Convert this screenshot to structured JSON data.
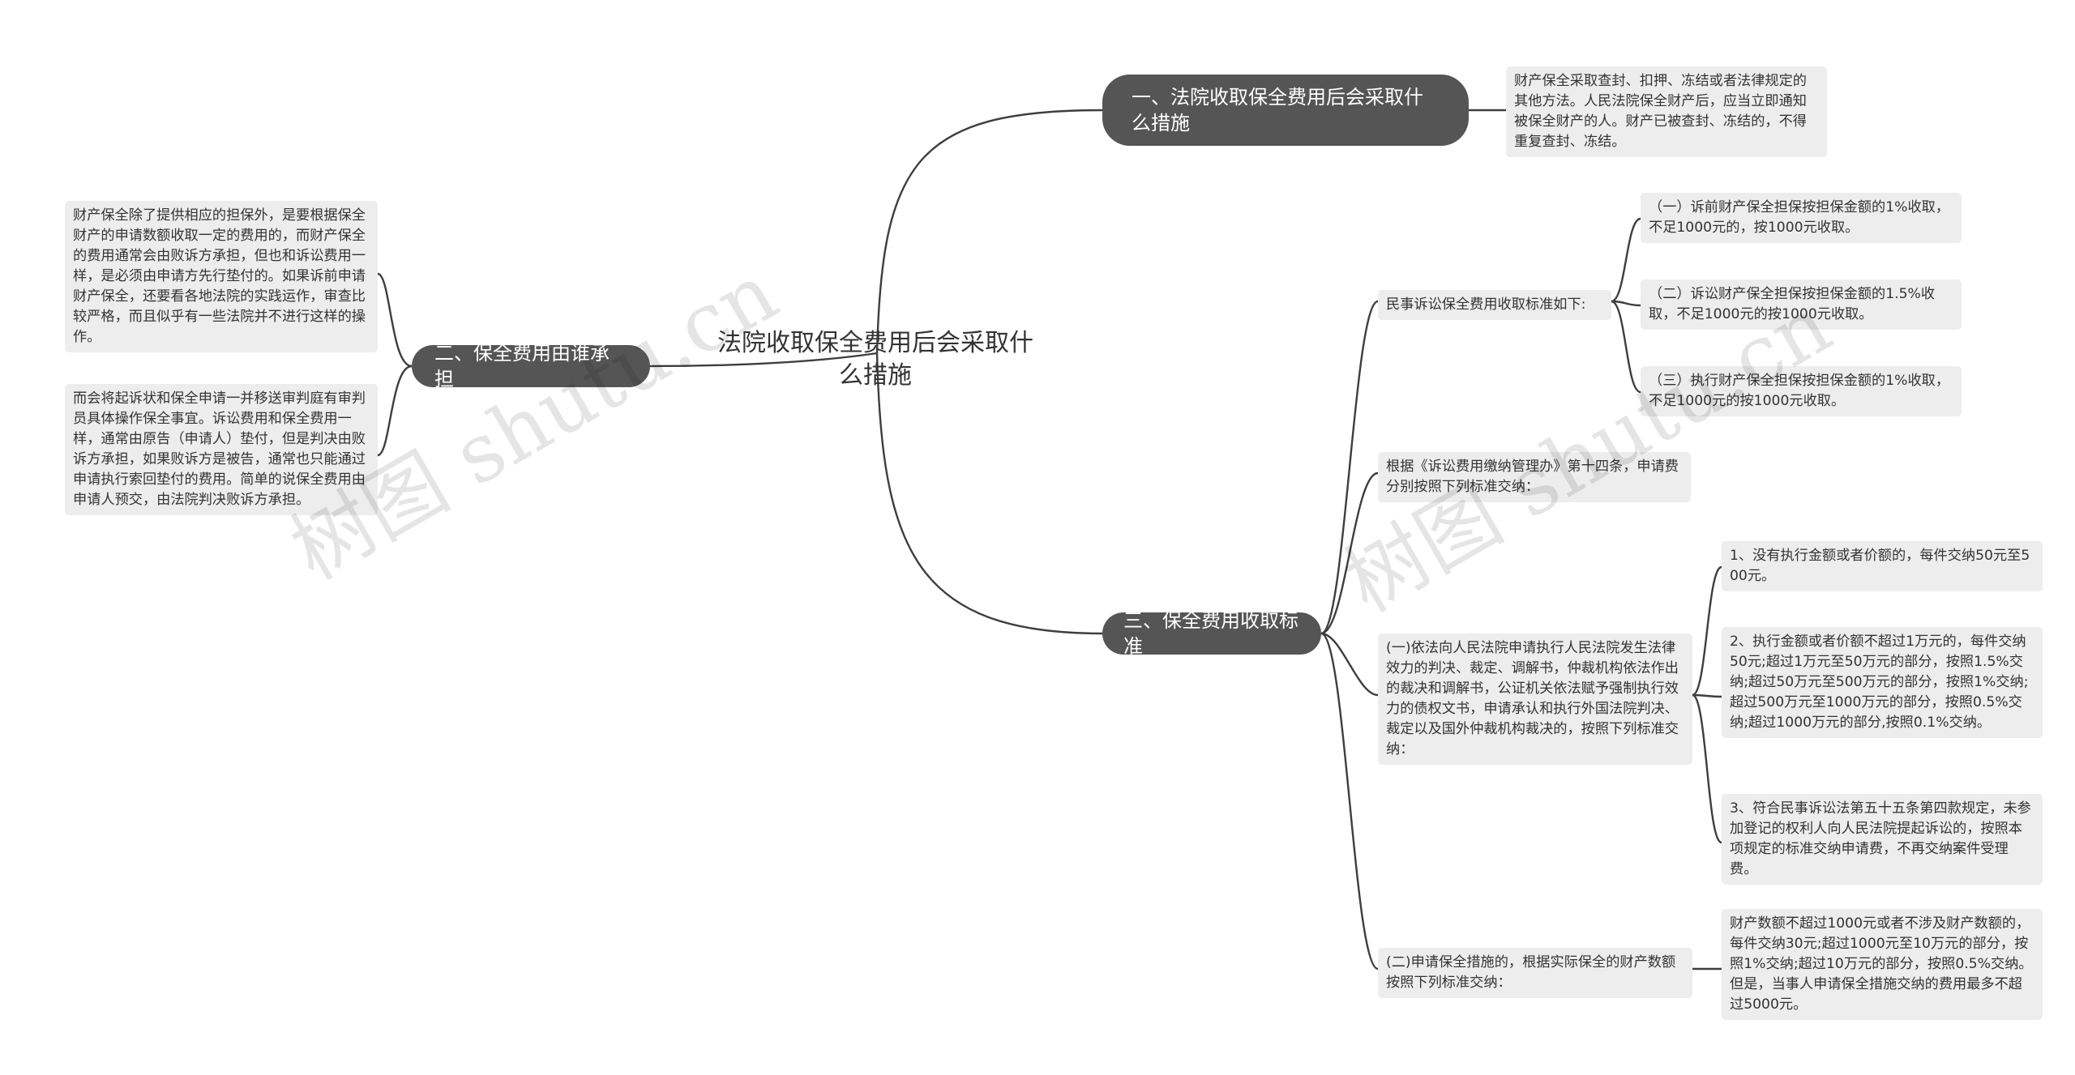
{
  "root": {
    "title": "法院收取保全费用后会采取什么措施"
  },
  "branches": {
    "b1": {
      "label": "一、法院收取保全费用后会采取什么措施",
      "note": "财产保全采取查封、扣押、冻结或者法律规定的其他方法。人民法院保全财产后，应当立即通知被保全财产的人。财产已被查封、冻结的，不得重复查封、冻结。"
    },
    "b2": {
      "label": "二、保全费用由谁承担",
      "notes": [
        "财产保全除了提供相应的担保外，是要根据保全财产的申请数额收取一定的费用的，而财产保全的费用通常会由败诉方承担，但也和诉讼费用一样，是必须由申请方先行垫付的。如果诉前申请财产保全，还要看各地法院的实践运作，审查比较严格，而且似乎有一些法院并不进行这样的操作。",
        "而会将起诉状和保全申请一并移送审判庭有审判员具体操作保全事宜。诉讼费用和保全费用一样，通常由原告（申请人）垫付，但是判决由败诉方承担，如果败诉方是被告，通常也只能通过申请执行索回垫付的费用。简单的说保全费用由申请人预交，由法院判决败诉方承担。"
      ]
    },
    "b3": {
      "label": "三、保全费用收取标准",
      "civil": {
        "label": "民事诉讼保全费用收取标准如下:",
        "items": [
          "（一）诉前财产保全担保按担保金额的1%收取，不足1000元的，按1000元收取。",
          "（二）诉讼财产保全担保按担保金额的1.5%收取，不足1000元的按1000元收取。",
          "（三）执行财产保全担保按担保金额的1%收取，不足1000元的按1000元收取。"
        ]
      },
      "basis": "根据《诉讼费用缴纳管理办》第十四条，申请费分别按照下列标准交纳：",
      "exec": {
        "label": "(一)依法向人民法院申请执行人民法院发生法律效力的判决、裁定、调解书，仲裁机构依法作出的裁决和调解书，公证机关依法赋予强制执行效力的债权文书，申请承认和执行外国法院判决、裁定以及国外仲裁机构裁决的，按照下列标准交纳：",
        "items": [
          "1、没有执行金额或者价额的，每件交纳50元至500元。",
          "2、执行金额或者价额不超过1万元的，每件交纳50元;超过1万元至50万元的部分，按照1.5%交纳;超过50万元至500万元的部分，按照1%交纳;超过500万元至1000万元的部分，按照0.5%交纳;超过1000万元的部分,按照0.1%交纳。",
          "3、符合民事诉讼法第五十五条第四款规定，未参加登记的权利人向人民法院提起诉讼的，按照本项规定的标准交纳申请费，不再交纳案件受理费。"
        ]
      },
      "preserve": {
        "label": "(二)申请保全措施的，根据实际保全的财产数额按照下列标准交纳：",
        "note": "财产数额不超过1000元或者不涉及财产数额的，每件交纳30元;超过1000元至10万元的部分，按照1%交纳;超过10万元的部分，按照0.5%交纳。但是，当事人申请保全措施交纳的费用最多不超过5000元。"
      }
    }
  },
  "watermarks": [
    "树图 shutu.cn",
    "树图 shutu.cn"
  ]
}
